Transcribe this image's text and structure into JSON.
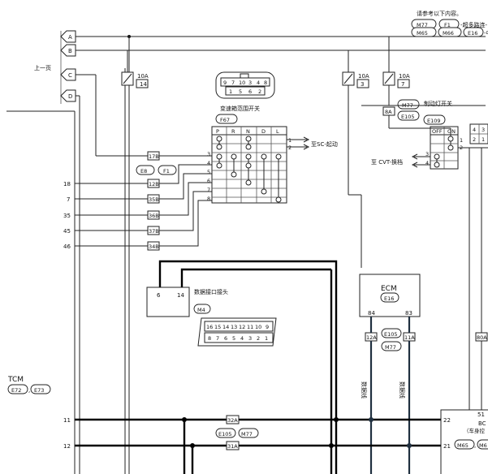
{
  "note": {
    "line1": "请参考以下内容。",
    "line2": "-超多路连-",
    "line3": "-中"
  },
  "refs": [
    "M77",
    "F1",
    "M65",
    "M66",
    "E16"
  ],
  "page_prev": "上一页",
  "connectors_left": [
    "A",
    "B",
    "C",
    "D"
  ],
  "fuses": [
    {
      "amp": "10A",
      "num": "14"
    },
    {
      "amp": "10A",
      "num": "3"
    },
    {
      "amp": "10A",
      "num": "7"
    }
  ],
  "range_switch": {
    "pins_top": [
      "9",
      "7",
      "10",
      "3",
      "4",
      "8"
    ],
    "pins_bottom": [
      "1",
      "5",
      "6",
      "2"
    ],
    "title": "变速箱范围开关",
    "id": "F67",
    "cols": [
      "P",
      "R",
      "N",
      "D",
      "L"
    ],
    "rows": [
      "1",
      "2",
      "3",
      "4",
      "5",
      "6",
      "7",
      "8"
    ],
    "output": "至SC-起动"
  },
  "brake_switch": {
    "title": "制动灯开关",
    "refs": [
      "M77",
      "E105"
    ],
    "id": "E109",
    "conn": "8A",
    "cols": [
      "OFF",
      "ON"
    ],
    "pins": [
      "1",
      "2",
      "3",
      "4"
    ],
    "side_top": [
      "4",
      "3"
    ],
    "side_bot": [
      "2",
      "1"
    ],
    "output": "至 CVT-换档"
  },
  "tcm_pins": [
    "18",
    "7",
    "35",
    "45",
    "46",
    "11",
    "12"
  ],
  "tcm_conns": [
    "17B",
    "12B",
    "35B",
    "36B",
    "37B",
    "34B"
  ],
  "tcm": {
    "label": "TCM",
    "refs": [
      "E72",
      "E73"
    ]
  },
  "harness_refs": [
    "E8",
    "F1"
  ],
  "diag": {
    "pins": [
      "6",
      "14"
    ],
    "title": "数据接口接头",
    "id": "M4",
    "top_row": [
      "16",
      "15",
      "14",
      "13",
      "12",
      "11",
      "10",
      "9"
    ],
    "bot_row": [
      "8",
      "7",
      "6",
      "5",
      "4",
      "3",
      "2",
      "1"
    ]
  },
  "ecm": {
    "label": "ECM",
    "id": "E16",
    "pins": [
      "84",
      "83"
    ],
    "conns": [
      "12A",
      "11A"
    ],
    "refs": [
      "E105",
      "M77"
    ],
    "line_labels": [
      "数据线",
      "数据线"
    ]
  },
  "can_conns": [
    "32A",
    "31A"
  ],
  "can_refs": [
    "E105",
    "M77"
  ],
  "bcm": {
    "label": "BC",
    "sub": "（车身控",
    "pins": [
      "51",
      "22",
      "21"
    ],
    "refs": [
      "M65",
      "M6"
    ]
  },
  "right_conn": "80A"
}
